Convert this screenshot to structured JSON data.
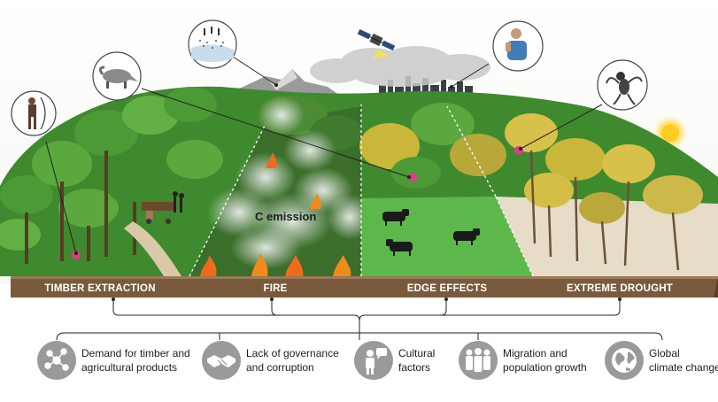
{
  "illustration": {
    "emission_label": "C emission"
  },
  "segments": [
    {
      "label": "TIMBER EXTRACTION"
    },
    {
      "label": "FIRE"
    },
    {
      "label": "EDGE EFFECTS"
    },
    {
      "label": "EXTREME DROUGHT"
    }
  ],
  "drivers": [
    {
      "line1": "Demand for timber and",
      "line2": "agricultural products",
      "icon": "network-icon"
    },
    {
      "line1": "Lack of governance",
      "line2": "and corruption",
      "icon": "handshake-icon"
    },
    {
      "line1": "Cultural",
      "line2": "factors",
      "icon": "person-speech-icon"
    },
    {
      "line1": "Migration and",
      "line2": "population growth",
      "icon": "family-group-icon"
    },
    {
      "line1": "Global",
      "line2": "climate change",
      "icon": "globe-icon"
    }
  ],
  "colors": {
    "ground_band": "#7a5a3c",
    "forest_green": "#3f8a2e",
    "pasture_green": "#5cb84a",
    "drought_yellow": "#d8c14a",
    "icon_gray": "#9a9a9a"
  }
}
